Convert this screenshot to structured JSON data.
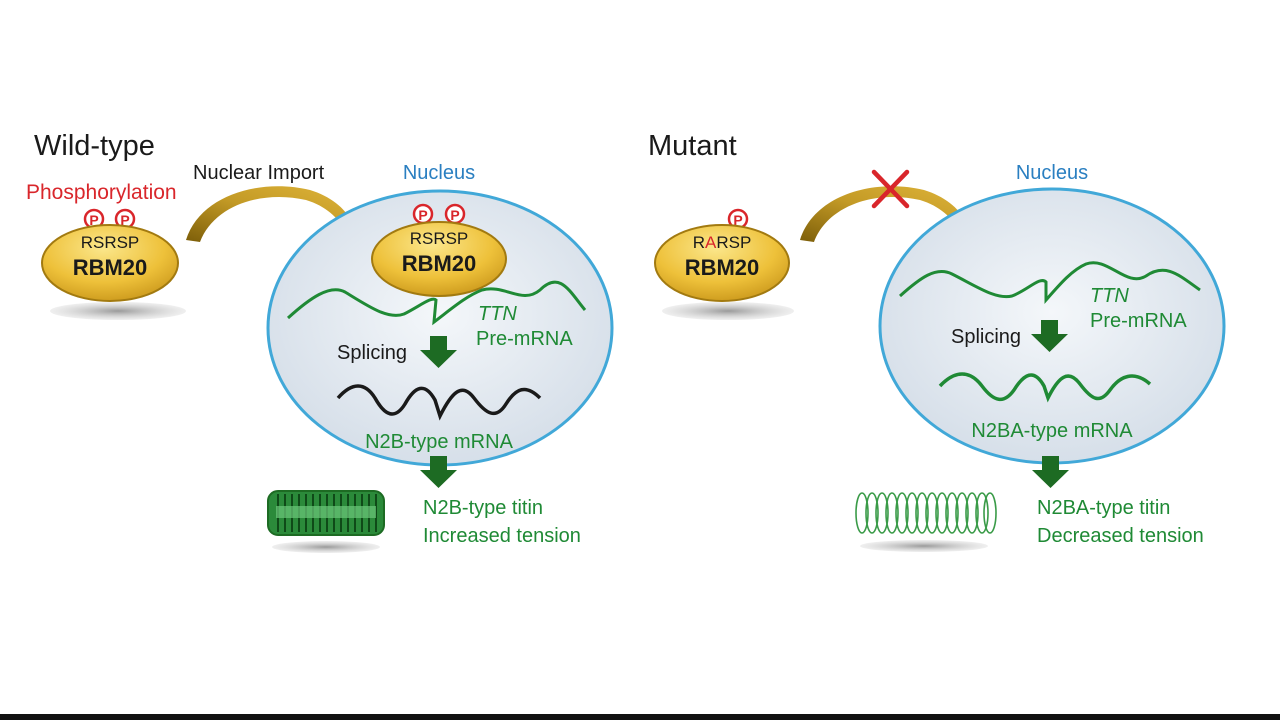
{
  "panels": {
    "wildtype": {
      "title": "Wild-type",
      "phosphorylation_label": "Phosphorylation",
      "phospho_mark": "P",
      "protein_motif": "RSRSP",
      "protein_name": "RBM20",
      "import_label": "Nuclear Import",
      "nucleus_label": "Nucleus",
      "nuclear_motif": "RSRSP",
      "nuclear_protein": "RBM20",
      "premrna_gene": "TTN",
      "premrna_label": "Pre-mRNA",
      "splicing_label": "Splicing",
      "mrna_label": "N2B-type mRNA",
      "titin_label": "N2B-type titin",
      "tension_label": "Increased tension"
    },
    "mutant": {
      "title": "Mutant",
      "phospho_mark": "P",
      "motif_part1": "R",
      "motif_mutated": "A",
      "motif_part2": "RSP",
      "protein_name": "RBM20",
      "nucleus_label": "Nucleus",
      "premrna_gene": "TTN",
      "premrna_label": "Pre-mRNA",
      "splicing_label": "Splicing",
      "mrna_label": "N2BA-type mRNA",
      "titin_label": "N2BA-type titin",
      "tension_label": "Decreased tension"
    }
  },
  "colors": {
    "title": "#1a1a1a",
    "phospho_red": "#d9262b",
    "nucleus_blue": "#2a7fc1",
    "nucleus_fill": "#dde6ef",
    "nucleus_border": "#41a8d8",
    "protein_fill": "#f0c23a",
    "protein_edge": "#a27a10",
    "arrow_gold": "#b08a1c",
    "rna_green": "#1f8a35",
    "arrow_green": "#1d6b23",
    "label_green": "#1f8a35",
    "block_x": "#d9262b"
  },
  "icons": {
    "block": "cross-mark-icon",
    "import": "curved-arrow-icon",
    "step": "down-arrow-icon"
  }
}
